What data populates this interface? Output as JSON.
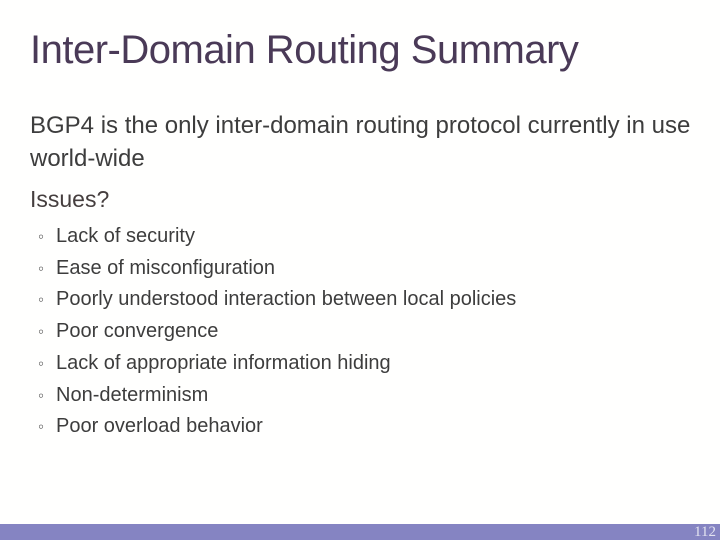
{
  "slide": {
    "title": "Inter-Domain Routing Summary",
    "paragraph": "BGP4 is the only inter-domain routing protocol currently in use world-wide",
    "issues_heading": "Issues?",
    "bullet_char": "◦",
    "bullets": [
      "Lack of security",
      "Ease of misconfiguration",
      "Poorly understood interaction between local policies",
      "Poor convergence",
      "Lack of appropriate information hiding",
      "Non-determinism",
      "Poor overload behavior"
    ],
    "page_number": "112",
    "colors": {
      "title_text": "#4a3a57",
      "body_text": "#3d3d3d",
      "footer_bar": "#8584c2",
      "page_number_text": "#e3e3f0"
    }
  }
}
